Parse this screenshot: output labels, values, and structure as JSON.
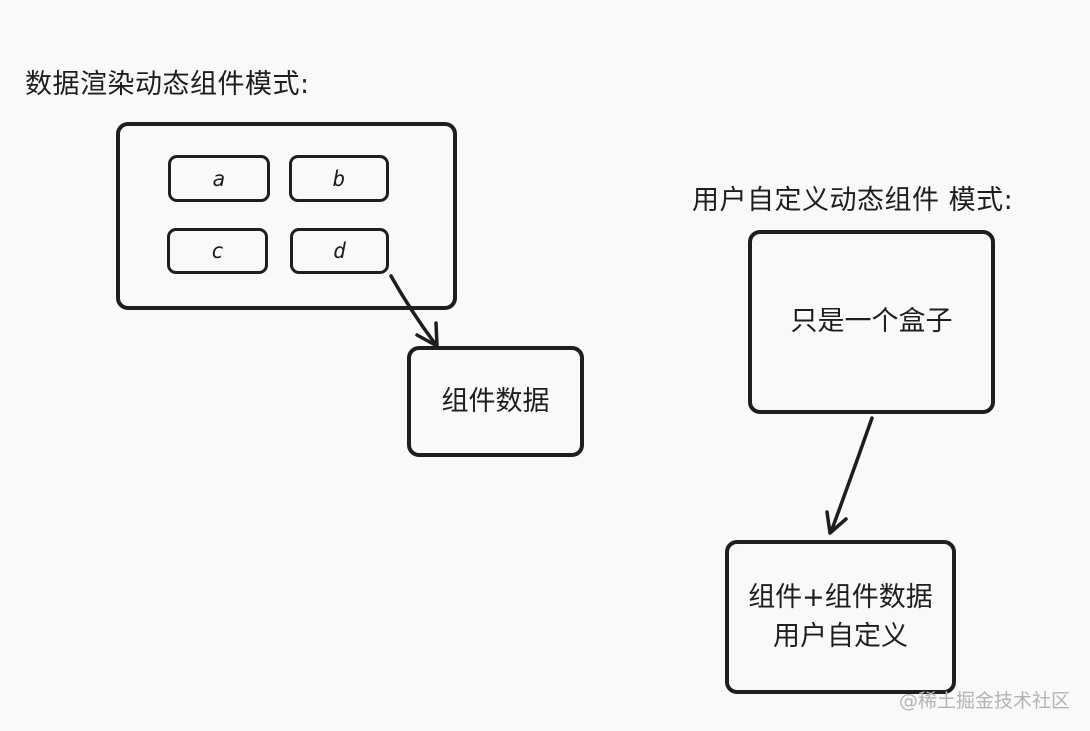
{
  "left": {
    "title": "数据渲染动态组件模式:",
    "items": [
      "a",
      "b",
      "c",
      "d"
    ],
    "target": "组件数据"
  },
  "right": {
    "title": "用户自定义动态组件 模式:",
    "source": "只是一个盒子",
    "target_line1": "组件+组件数据",
    "target_line2": "用户自定义"
  },
  "watermark": "@稀土掘金技术社区"
}
